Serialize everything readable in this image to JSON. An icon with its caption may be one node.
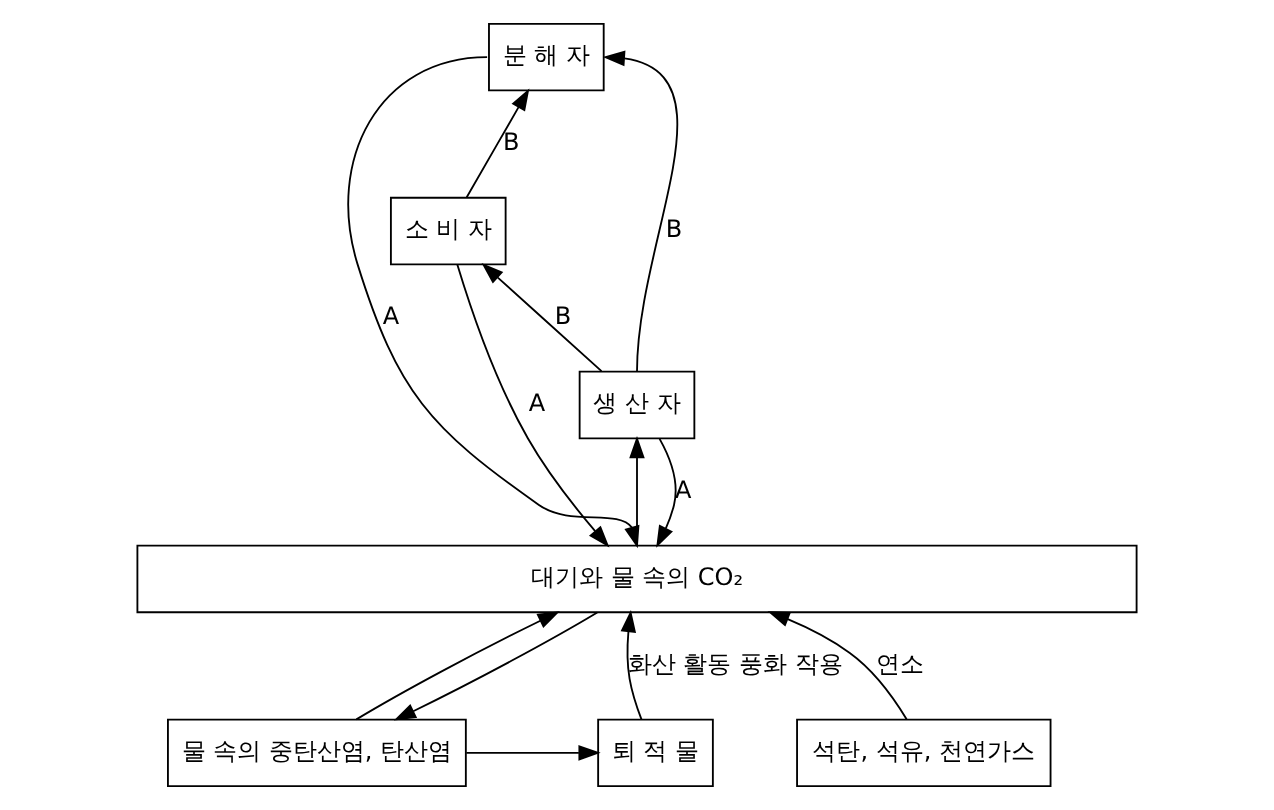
{
  "diagram": {
    "nodes": [
      {
        "text": [
          "분 해 자"
        ]
      },
      {
        "text": [
          "소 비 자"
        ]
      },
      {
        "text": [
          "생 산 자"
        ]
      },
      {
        "text": [
          "대기와 물 속의 CO₂"
        ]
      },
      {
        "text": [
          "퇴 적 물"
        ]
      },
      {
        "text": [
          "물 속의 중탄산염, 탄산염"
        ]
      },
      {
        "text": [
          "석탄, 석유, 천연가스"
        ]
      }
    ],
    "edges": [
      {
        "from": 0,
        "to": 3,
        "arrow": "to",
        "label": "A"
      },
      {
        "from": 1,
        "to": 3,
        "arrow": "to",
        "label": "A"
      },
      {
        "from": 2,
        "to": 3,
        "arrow": "to",
        "label": "A"
      },
      {
        "from": 1,
        "to": 0,
        "arrow": "to",
        "label": "B"
      },
      {
        "from": 2,
        "to": 0,
        "arrow": "to",
        "label": "B"
      },
      {
        "from": 2,
        "to": 1,
        "arrow": "to",
        "label": "B"
      },
      {
        "from": 3,
        "to": 2,
        "arrow": "to"
      },
      {
        "from": 4,
        "to": 3,
        "arrow": "to",
        "label": "화산 활동 풍화 작용"
      },
      {
        "from": 5,
        "to": 3,
        "arrow": "to"
      },
      {
        "from": 3,
        "to": 5,
        "arrow": "to"
      },
      {
        "from": 5,
        "to": 4,
        "arrow": "to"
      },
      {
        "from": 6,
        "to": 3,
        "arrow": "to",
        "label": "연소"
      }
    ]
  }
}
